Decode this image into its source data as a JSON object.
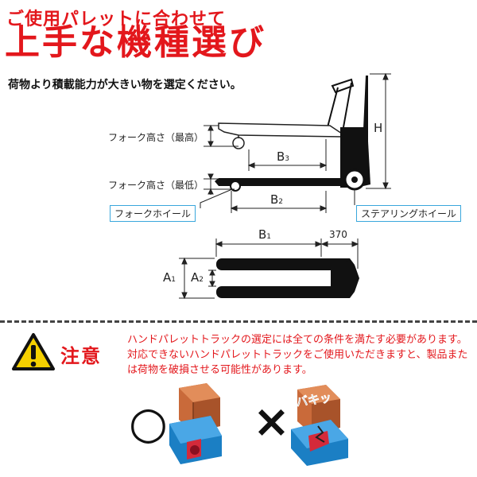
{
  "header": {
    "subtitle": "ご使用パレットに合わせて",
    "title": "上手な機種選び",
    "lead": "荷物より積載能力が大きい物を選定ください。"
  },
  "diagram": {
    "fork_height_max_label": "フォーク高さ（最高）",
    "fork_height_min_label": "フォーク高さ（最低）",
    "fork_wheel_label": "フォークホイール",
    "steering_wheel_label": "ステアリングホイール",
    "dim_b3": {
      "letter": "B",
      "index": "3"
    },
    "dim_b2": {
      "letter": "B",
      "index": "2"
    },
    "dim_b1": {
      "letter": "B",
      "index": "1"
    },
    "dim_a1": {
      "letter": "A",
      "index": "1"
    },
    "dim_a2": {
      "letter": "A",
      "index": "2"
    },
    "dim_h": "H",
    "dim_370": "370"
  },
  "caution": {
    "heading": "注意",
    "text": "ハンドパレットトラックの選定には全ての条件を満たす必要があります。対応できないハンドパレットトラックをご使用いただきますと、製品または荷物を破損させる可能性があります。"
  },
  "examples": {
    "good_symbol": "○",
    "bad_symbol": "×",
    "bad_sound": "バキッ"
  },
  "colors": {
    "accent_red": "#e3171c",
    "label_border_blue": "#3aa7dc",
    "warning_yellow": "#f5d000",
    "pallet_brown": "#c96a3a",
    "truck_blue": "#1b7fc4"
  }
}
